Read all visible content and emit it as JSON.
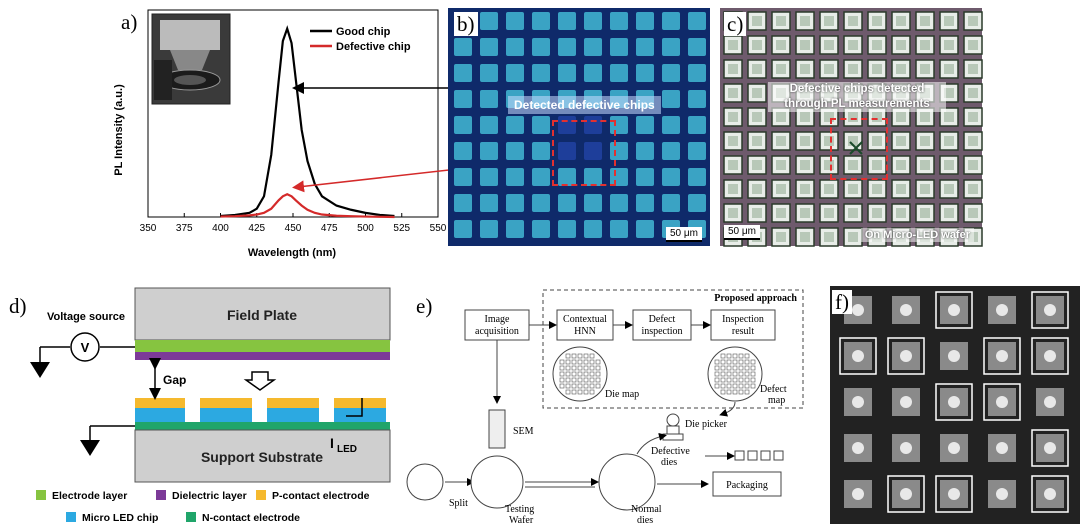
{
  "panel_a": {
    "label": "a)",
    "xlabel": "Wavelength (nm)",
    "ylabel": "PL Intensity (a.u.)",
    "xticks": [
      "350",
      "375",
      "400",
      "425",
      "450",
      "475",
      "500",
      "525",
      "550"
    ],
    "legend": {
      "good": "Good chip",
      "defective": "Defective chip"
    },
    "colors": {
      "good": "#000000",
      "defective": "#d42a2a"
    }
  },
  "chart_data": {
    "type": "line",
    "xlabel": "Wavelength (nm)",
    "ylabel": "PL Intensity (a.u.)",
    "xlim": [
      350,
      550
    ],
    "ylim": [
      0,
      1
    ],
    "series": [
      {
        "name": "Good chip",
        "x": [
          400,
          410,
          420,
          425,
          430,
          435,
          440,
          443,
          446,
          449,
          452,
          456,
          460,
          465,
          470,
          480,
          490,
          500,
          510,
          520
        ],
        "y": [
          0.005,
          0.01,
          0.02,
          0.04,
          0.1,
          0.3,
          0.65,
          0.85,
          0.91,
          0.84,
          0.66,
          0.42,
          0.27,
          0.16,
          0.1,
          0.055,
          0.035,
          0.02,
          0.01,
          0.005
        ]
      },
      {
        "name": "Defective chip",
        "x": [
          400,
          410,
          420,
          425,
          430,
          435,
          440,
          443,
          446,
          449,
          452,
          456,
          460,
          465,
          470,
          480,
          490,
          500,
          510,
          520
        ],
        "y": [
          0.002,
          0.004,
          0.008,
          0.012,
          0.02,
          0.04,
          0.08,
          0.1,
          0.11,
          0.1,
          0.08,
          0.055,
          0.035,
          0.02,
          0.012,
          0.006,
          0.004,
          0.002,
          0.001,
          0.0
        ]
      }
    ]
  },
  "panel_b": {
    "label": "b)",
    "caption": "Detected defective chips",
    "scale": "50 μm"
  },
  "panel_c": {
    "label": "c)",
    "caption_line1": "Defective chips detected",
    "caption_line2": "through PL measurements",
    "scale": "50 μm",
    "footer": "On Micro-LED wafer"
  },
  "panel_d": {
    "label": "d)",
    "field_plate": "Field Plate",
    "support": "Support Substrate",
    "voltage_source": "Voltage source",
    "voltage_symbol": "V",
    "gap": "Gap",
    "iled_main": "I",
    "iled_sub": "LED",
    "legend": [
      {
        "text": "Electrode layer",
        "color": "#86c440"
      },
      {
        "text": "Dielectric layer",
        "color": "#7c3a98"
      },
      {
        "text": "P-contact electrode",
        "color": "#f5b92e"
      },
      {
        "text": "Micro LED chip",
        "color": "#2ca9e1"
      },
      {
        "text": "N-contact electrode",
        "color": "#20a56a"
      }
    ]
  },
  "panel_e": {
    "label": "e)",
    "proposed": "Proposed approach",
    "image_acq_1": "Image",
    "image_acq_2": "acquisition",
    "hnn_1": "Contextual",
    "hnn_2": "HNN",
    "defect_insp_1": "Defect",
    "defect_insp_2": "inspection",
    "insp_result_1": "Inspection",
    "insp_result_2": "result",
    "die_map": "Die map",
    "defect_map_1": "Defect",
    "defect_map_2": "map",
    "die_picker": "Die picker",
    "sem": "SEM",
    "defective_dies_1": "Defective",
    "defective_dies_2": "dies",
    "split": "Split",
    "testing_1": "Testing",
    "testing_2": "Wafer",
    "normal_1": "Normal",
    "normal_2": "dies",
    "packaging": "Packaging"
  },
  "panel_f": {
    "label": "f)"
  }
}
